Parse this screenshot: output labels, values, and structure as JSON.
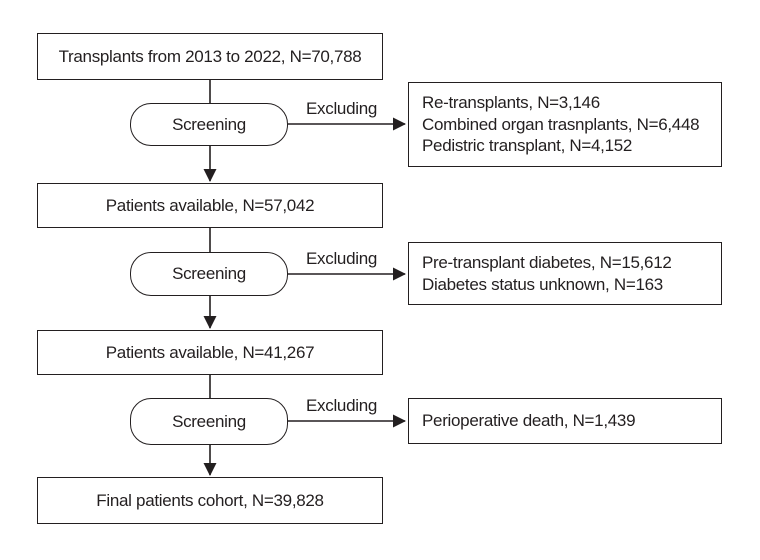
{
  "figure": {
    "type": "flowchart",
    "background_color": "#ffffff",
    "line_color": "#231f20",
    "screening_label": "Screening",
    "excluding_label": "Excluding",
    "main_boxes": [
      {
        "label": "Transplants from 2013 to 2022, N=70,788"
      },
      {
        "label": "Patients available, N=57,042"
      },
      {
        "label": "Patients available, N=41,267"
      },
      {
        "label": "Final patients cohort, N=39,828"
      }
    ],
    "exclusion_boxes": [
      {
        "lines": [
          "Re-transplants, N=3,146",
          "Combined organ trasnplants, N=6,448",
          "Pedistric transplant, N=4,152"
        ]
      },
      {
        "lines": [
          "Pre-transplant diabetes, N=15,612",
          "Diabetes status unknown, N=163"
        ]
      },
      {
        "lines": [
          "Perioperative death, N=1,439"
        ]
      }
    ]
  }
}
